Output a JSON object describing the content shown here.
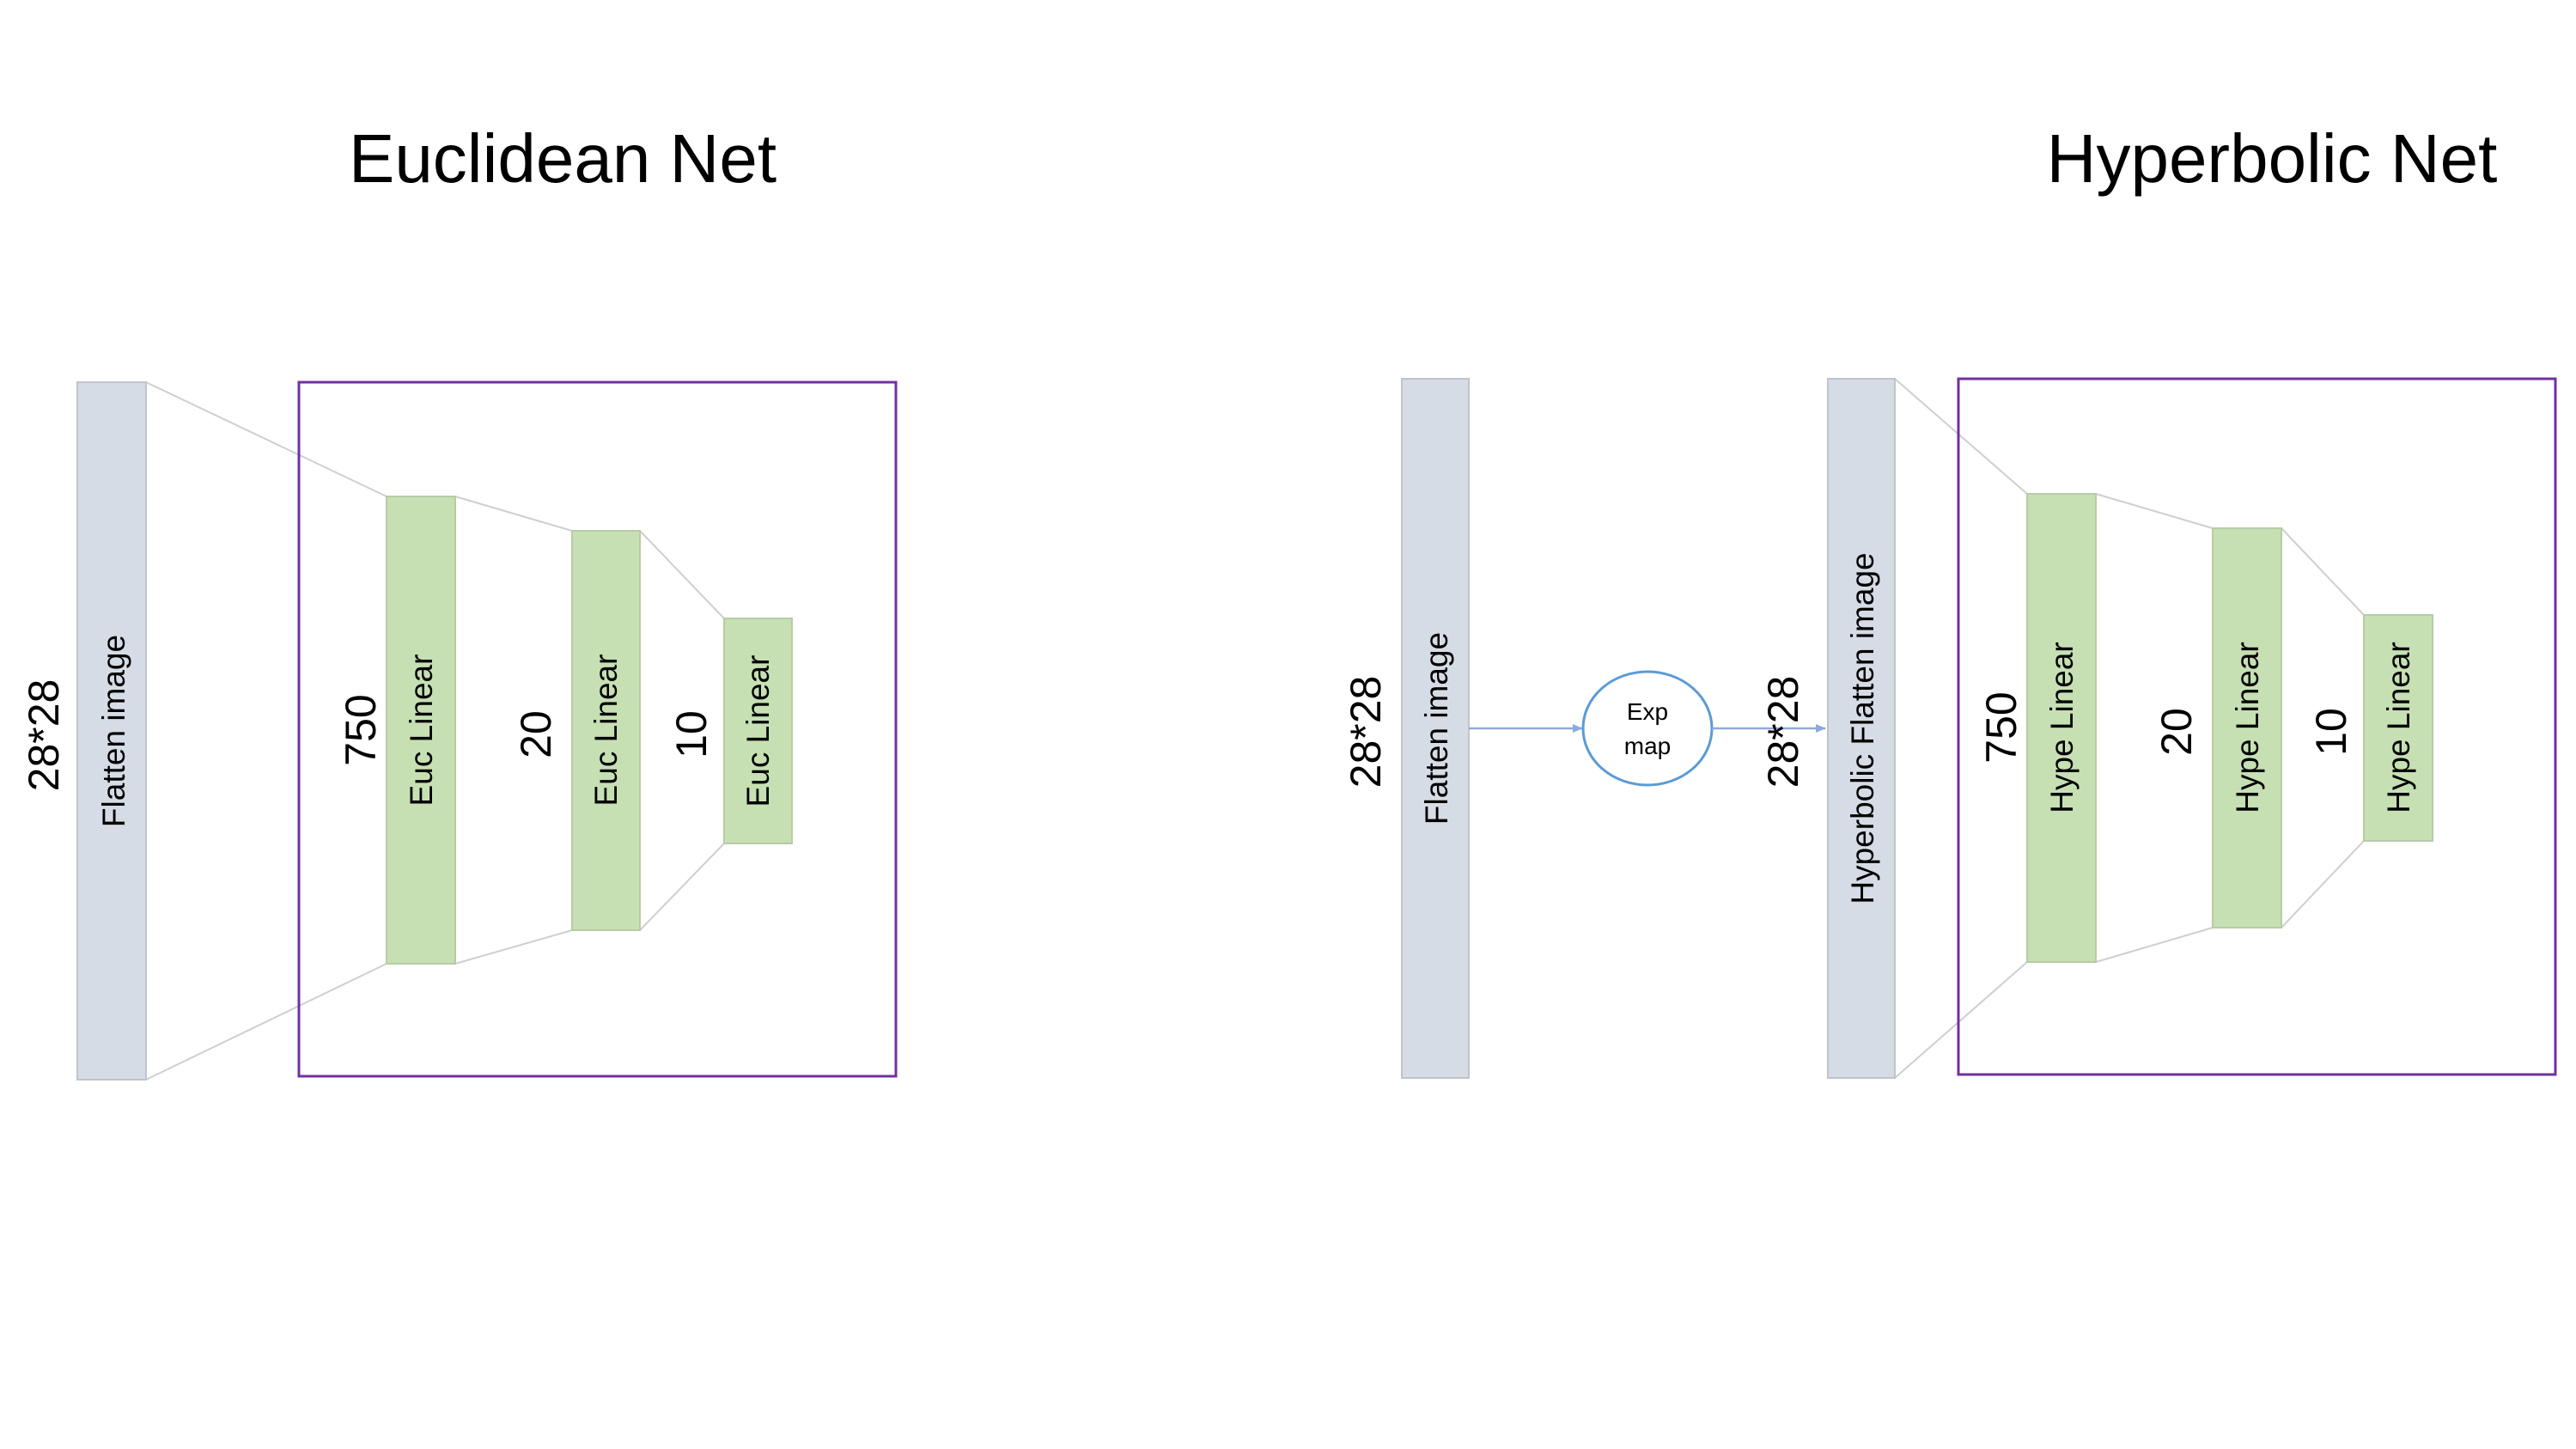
{
  "euclidean": {
    "title": "Euclidean Net",
    "input_dim": "28*28",
    "input_label": "Flatten image",
    "layers": [
      {
        "dim": "750",
        "label": "Euc Linear"
      },
      {
        "dim": "20",
        "label": "Euc Linear"
      },
      {
        "dim": "10",
        "label": "Euc Linear"
      }
    ]
  },
  "hyperbolic": {
    "title": "Hyperbolic Net",
    "input_dim": "28*28",
    "input_label": "Flatten image",
    "exp_map_line1": "Exp",
    "exp_map_line2": "map",
    "mapped_dim": "28*28",
    "mapped_label": "Hyperbolic Flatten image",
    "layers": [
      {
        "dim": "750",
        "label": "Hype Linear"
      },
      {
        "dim": "20",
        "label": "Hype Linear"
      },
      {
        "dim": "10",
        "label": "Hype Linear"
      }
    ]
  },
  "colors": {
    "input_fill": "#d6dce5",
    "layer_fill": "#c6e0b4",
    "frame_stroke": "#7030a0",
    "arrow": "#8faadc",
    "node_stroke": "#5b9bd5"
  }
}
